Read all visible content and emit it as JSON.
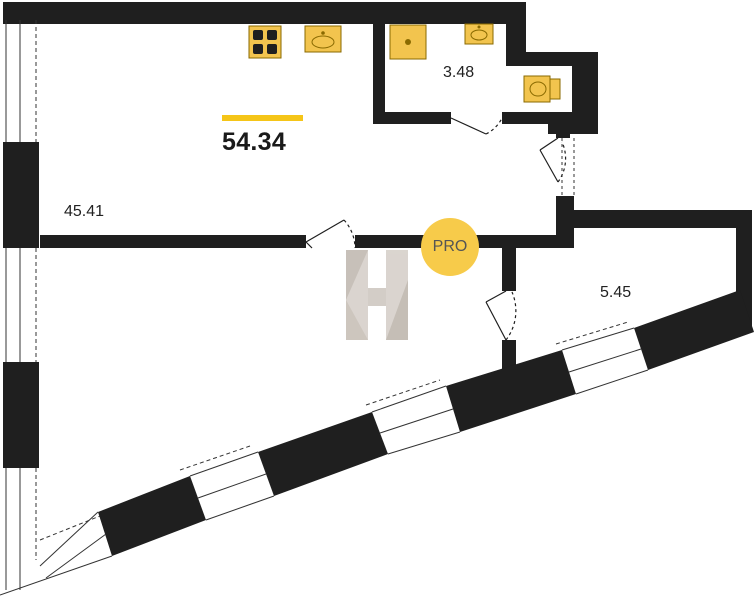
{
  "plan": {
    "total_area": "54.34",
    "rooms": [
      {
        "id": "living",
        "area": "45.41"
      },
      {
        "id": "bathroom",
        "area": "3.48"
      },
      {
        "id": "balcony",
        "area": "5.45"
      }
    ],
    "badge": "PRO"
  },
  "colors": {
    "wall": "#1f1f1f",
    "accent": "#F5C518",
    "fixture_fill": "#F2C44E",
    "fixture_stroke": "#8a6a00",
    "badge": "#F7CB4A",
    "watermark": "#c9c2bb"
  },
  "icons": [
    "stove-icon",
    "kitchen-sink-icon",
    "shower-icon",
    "washbasin-icon",
    "toilet-icon",
    "watermark-logo"
  ]
}
